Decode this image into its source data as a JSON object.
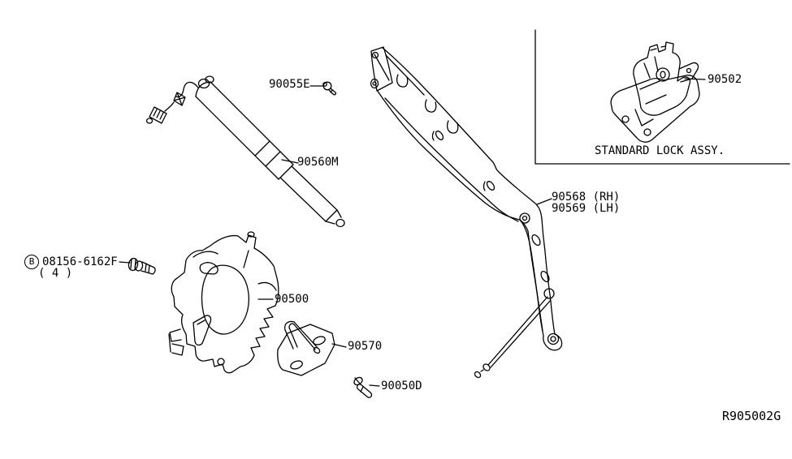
{
  "diagram": {
    "background": "#ffffff",
    "line_color": "#000000",
    "ref_code": "R905002G",
    "inset": {
      "caption": "STANDARD LOCK ASSY.",
      "part_label": "90502"
    },
    "labels": {
      "screw": "90055E",
      "power_stay": "90560M",
      "bracket_rh": "90568 (RH)",
      "bracket_lh": "90569 (LH)",
      "bolt_symbol": "B",
      "bolt_part": "08156-6162F",
      "bolt_qty": "( 4 )",
      "lock_actuator": "90500",
      "striker": "90570",
      "clip": "90050D"
    },
    "icons": [
      "screw-icon",
      "bolt-icon",
      "clip-icon"
    ]
  }
}
